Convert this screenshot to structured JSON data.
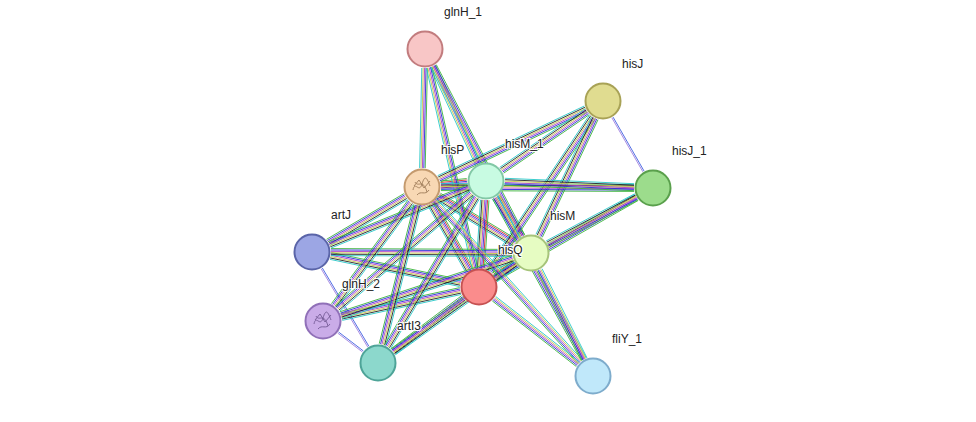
{
  "diagram": {
    "nodes": [
      {
        "text": [
          "glnH_1"
        ]
      },
      {
        "text": [
          "hisJ"
        ]
      },
      {
        "text": [
          "hisP"
        ]
      },
      {
        "text": [
          "hisM_1"
        ]
      },
      {
        "text": [
          "hisJ_1"
        ]
      },
      {
        "text": [
          "artJ"
        ]
      },
      {
        "text": [
          "hisM"
        ]
      },
      {
        "text": [
          "hisQ"
        ]
      },
      {
        "text": [
          "glnH_2"
        ]
      },
      {
        "text": [
          "artI3"
        ]
      },
      {
        "text": [
          "fliY_1"
        ]
      }
    ],
    "edges": [
      {
        "from": 2,
        "to": 3,
        "arrow": "none"
      },
      {
        "from": 2,
        "to": 7,
        "arrow": "none"
      },
      {
        "from": 2,
        "to": 6,
        "arrow": "none"
      },
      {
        "from": 3,
        "to": 7,
        "arrow": "none"
      },
      {
        "from": 3,
        "to": 6,
        "arrow": "none"
      },
      {
        "from": 7,
        "to": 6,
        "arrow": "none"
      },
      {
        "from": 0,
        "to": 2,
        "arrow": "none"
      },
      {
        "from": 0,
        "to": 3,
        "arrow": "none"
      },
      {
        "from": 0,
        "to": 7,
        "arrow": "none"
      },
      {
        "from": 0,
        "to": 6,
        "arrow": "none"
      },
      {
        "from": 1,
        "to": 2,
        "arrow": "none"
      },
      {
        "from": 1,
        "to": 3,
        "arrow": "none"
      },
      {
        "from": 1,
        "to": 7,
        "arrow": "none"
      },
      {
        "from": 1,
        "to": 6,
        "arrow": "none"
      },
      {
        "from": 1,
        "to": 4,
        "arrow": "none"
      },
      {
        "from": 4,
        "to": 2,
        "arrow": "none"
      },
      {
        "from": 4,
        "to": 3,
        "arrow": "none"
      },
      {
        "from": 4,
        "to": 7,
        "arrow": "none"
      },
      {
        "from": 4,
        "to": 6,
        "arrow": "none"
      },
      {
        "from": 5,
        "to": 2,
        "arrow": "none"
      },
      {
        "from": 5,
        "to": 3,
        "arrow": "none"
      },
      {
        "from": 5,
        "to": 7,
        "arrow": "none"
      },
      {
        "from": 5,
        "to": 6,
        "arrow": "none"
      },
      {
        "from": 5,
        "to": 9,
        "arrow": "none"
      },
      {
        "from": 8,
        "to": 2,
        "arrow": "none"
      },
      {
        "from": 8,
        "to": 3,
        "arrow": "none"
      },
      {
        "from": 8,
        "to": 7,
        "arrow": "none"
      },
      {
        "from": 8,
        "to": 6,
        "arrow": "none"
      },
      {
        "from": 8,
        "to": 9,
        "arrow": "none"
      },
      {
        "from": 9,
        "to": 2,
        "arrow": "none"
      },
      {
        "from": 9,
        "to": 3,
        "arrow": "none"
      },
      {
        "from": 9,
        "to": 7,
        "arrow": "none"
      },
      {
        "from": 9,
        "to": 6,
        "arrow": "none"
      },
      {
        "from": 10,
        "to": 2,
        "arrow": "none"
      },
      {
        "from": 10,
        "to": 3,
        "arrow": "none"
      },
      {
        "from": 10,
        "to": 7,
        "arrow": "none"
      },
      {
        "from": 10,
        "to": 6,
        "arrow": "none"
      }
    ]
  }
}
